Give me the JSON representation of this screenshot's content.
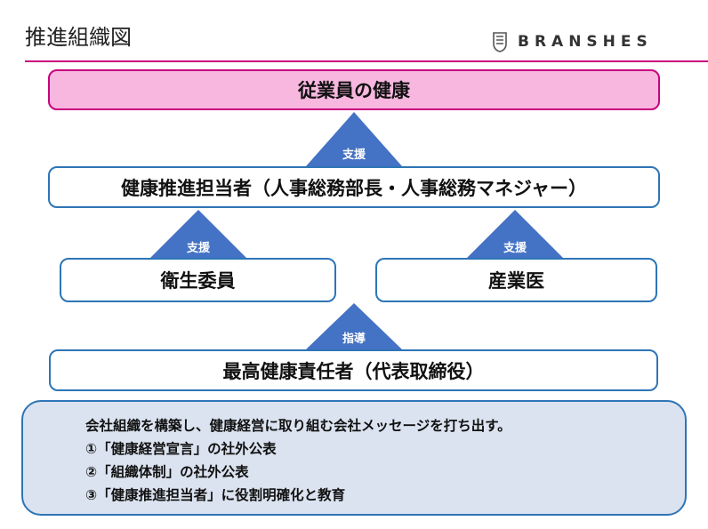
{
  "header": {
    "title": "推進組織図",
    "brand": "BRANSHES",
    "brand_icon": "branshes-logo-icon",
    "accent_color": "#c8007e"
  },
  "diagram": {
    "top_box": "従業員の健康",
    "top_arrow": "支援",
    "manager_box": "健康推進担当者（人事総務部長・人事総務マネジャー）",
    "left_arrow": "支援",
    "right_arrow": "支援",
    "left_box": "衛生委員",
    "right_box": "産業医",
    "bottom_arrow": "指導",
    "ceo_box": "最高健康責任者（代表取締役）"
  },
  "message": {
    "lines": [
      "会社組織を構築し、健康経営に取り組む会社メッセージを打ち出す。",
      "①「健康経営宣言」の社外公表",
      "②「組織体制」の社外公表",
      "③「健康推進担当者」に役割明確化と教育"
    ]
  },
  "colors": {
    "box_border": "#2e75b6",
    "triangle_fill": "#4472c4",
    "top_box_fill": "#f7b7df",
    "message_fill": "#dbe3f0"
  }
}
